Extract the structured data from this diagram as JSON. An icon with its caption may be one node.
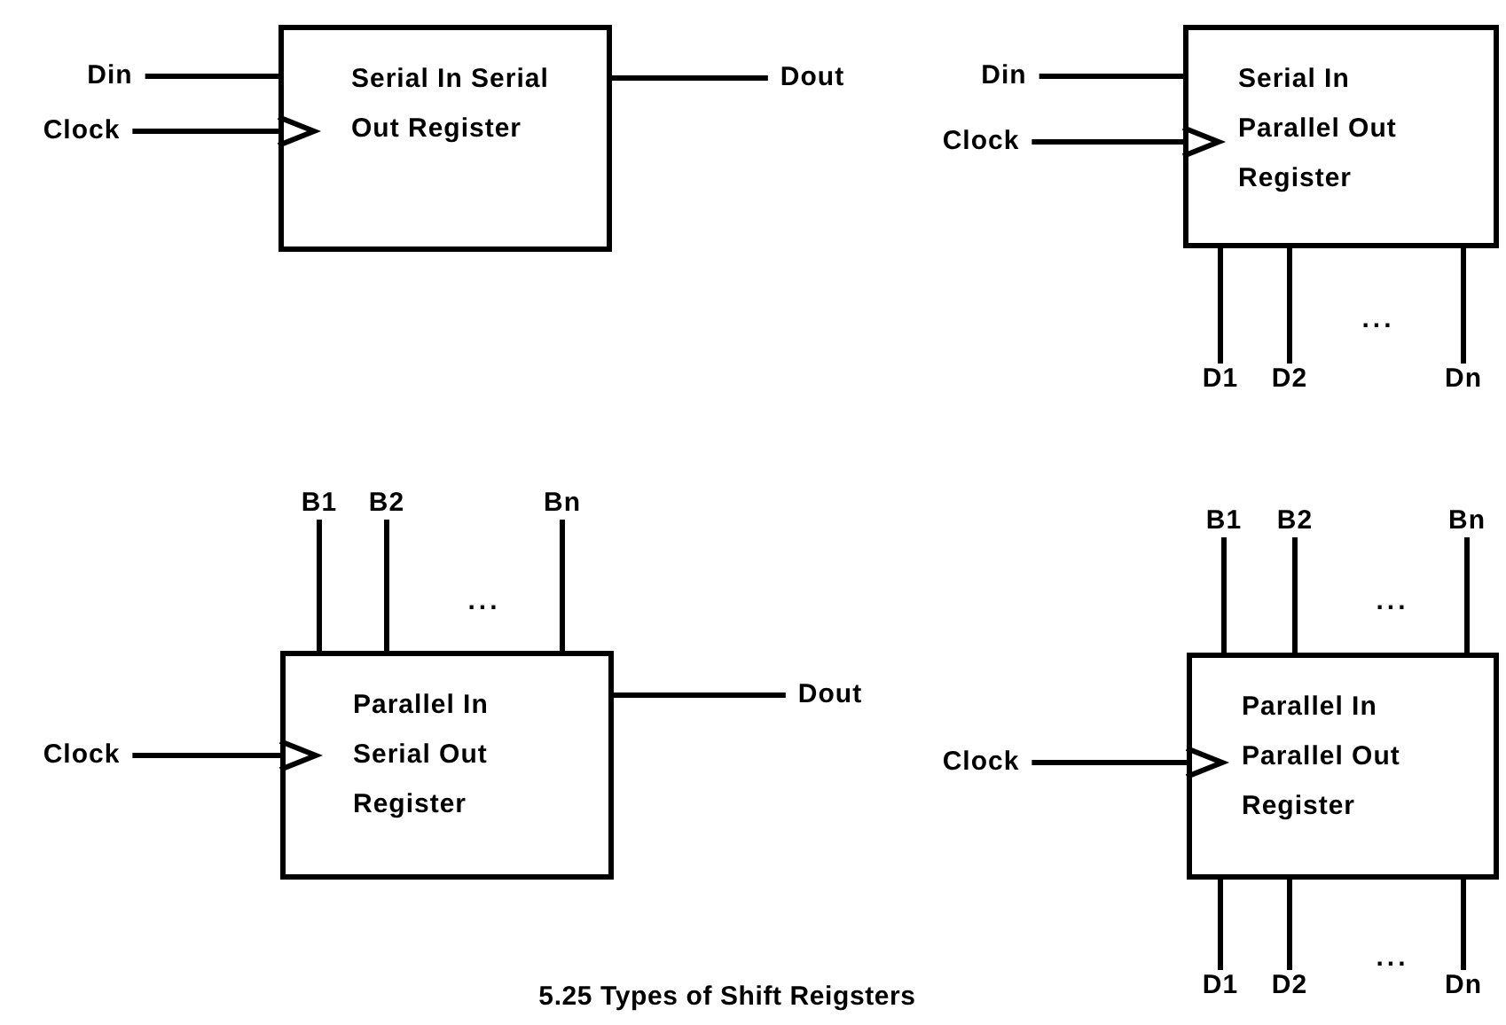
{
  "diagram": {
    "caption": "5.25 Types of Shift Reigsters",
    "nodes": [
      {
        "text": [
          "Din"
        ]
      },
      {
        "text": [
          "Clock"
        ]
      },
      {
        "text": [
          "Serial In Serial Out Register"
        ]
      },
      {
        "text": [
          "Dout"
        ]
      },
      {
        "text": [
          "Din"
        ]
      },
      {
        "text": [
          "Clock"
        ]
      },
      {
        "text": [
          "Serial In Parallel Out Register"
        ]
      },
      {
        "text": [
          "D1"
        ]
      },
      {
        "text": [
          "D2"
        ]
      },
      {
        "text": [
          "Dn"
        ]
      },
      {
        "text": [
          "B1"
        ]
      },
      {
        "text": [
          "B2"
        ]
      },
      {
        "text": [
          "Bn"
        ]
      },
      {
        "text": [
          "B1"
        ]
      },
      {
        "text": [
          "B2"
        ]
      },
      {
        "text": [
          "Bn"
        ]
      },
      {
        "text": [
          "Clock"
        ]
      },
      {
        "text": [
          "Parallel In Serial Out Register"
        ]
      },
      {
        "text": [
          "Dout"
        ]
      },
      {
        "text": [
          "Clock"
        ]
      },
      {
        "text": [
          "Parallel In Parallel Out Register"
        ]
      },
      {
        "text": [
          "D1"
        ]
      },
      {
        "text": [
          "D2"
        ]
      },
      {
        "text": [
          "Dn"
        ]
      }
    ],
    "edges": [
      {
        "from": 0,
        "to": 2,
        "arrow": "none"
      },
      {
        "from": 1,
        "to": 2,
        "arrow": "to"
      },
      {
        "from": 2,
        "to": 3,
        "arrow": "none"
      },
      {
        "from": 4,
        "to": 6,
        "arrow": "none"
      },
      {
        "from": 5,
        "to": 6,
        "arrow": "to"
      },
      {
        "from": 6,
        "to": 7,
        "arrow": "none"
      },
      {
        "from": 6,
        "to": 8,
        "arrow": "none"
      },
      {
        "from": 6,
        "to": 9,
        "arrow": "none"
      },
      {
        "from": 10,
        "to": 17,
        "arrow": "none"
      },
      {
        "from": 11,
        "to": 17,
        "arrow": "none"
      },
      {
        "from": 12,
        "to": 17,
        "arrow": "none"
      },
      {
        "from": 13,
        "to": 20,
        "arrow": "none"
      },
      {
        "from": 14,
        "to": 20,
        "arrow": "none"
      },
      {
        "from": 15,
        "to": 20,
        "arrow": "none"
      },
      {
        "from": 16,
        "to": 17,
        "arrow": "to"
      },
      {
        "from": 17,
        "to": 18,
        "arrow": "none"
      },
      {
        "from": 19,
        "to": 20,
        "arrow": "to"
      },
      {
        "from": 20,
        "to": 21,
        "arrow": "none"
      },
      {
        "from": 20,
        "to": 22,
        "arrow": "none"
      },
      {
        "from": 20,
        "to": 23,
        "arrow": "none"
      }
    ],
    "labels": [
      "...",
      "...",
      "...",
      "..."
    ]
  }
}
